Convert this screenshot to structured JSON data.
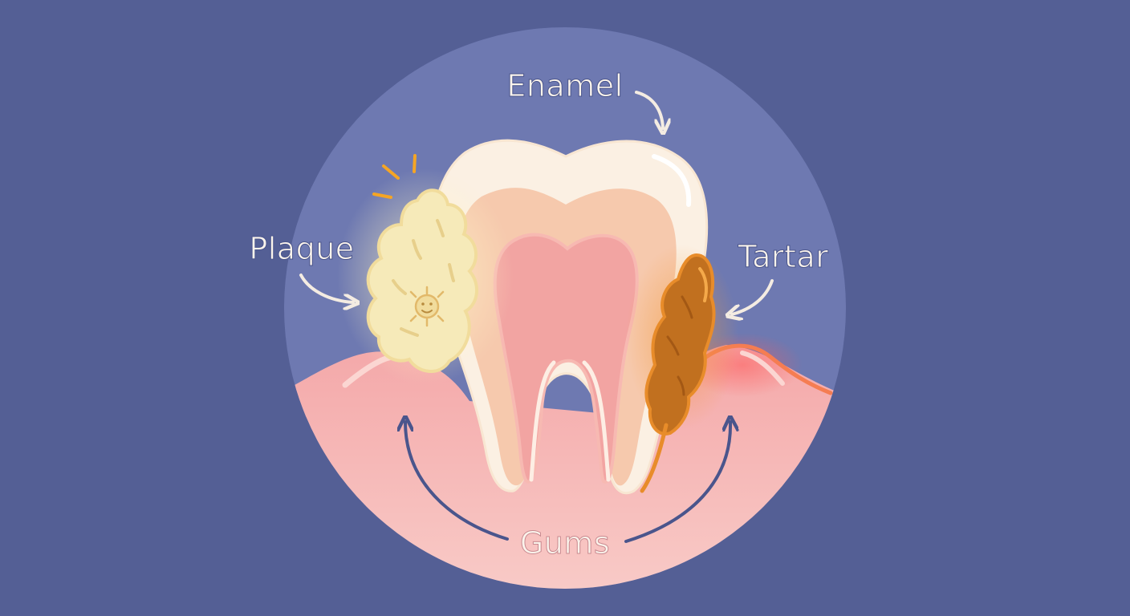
{
  "labels": {
    "enamel": "Enamel",
    "plaque": "Plaque",
    "tartar": "Tartar",
    "gums": "Gums"
  },
  "colors": {
    "background": "#545f95",
    "circle": "#6e79b1",
    "label": "#fbf4ec",
    "arrow_light": "#f4ece2",
    "arrow_dark": "#4a558c",
    "gum": "#f3a9aa",
    "gum_deep": "#f8c4c2",
    "enamel": "#fbf0e3",
    "dentin": "#f6c9ad",
    "pulp": "#f2a4a2",
    "plaque": "#f6eab9",
    "tartar": "#c1701f",
    "inflamed_gum": "#f57d52"
  }
}
